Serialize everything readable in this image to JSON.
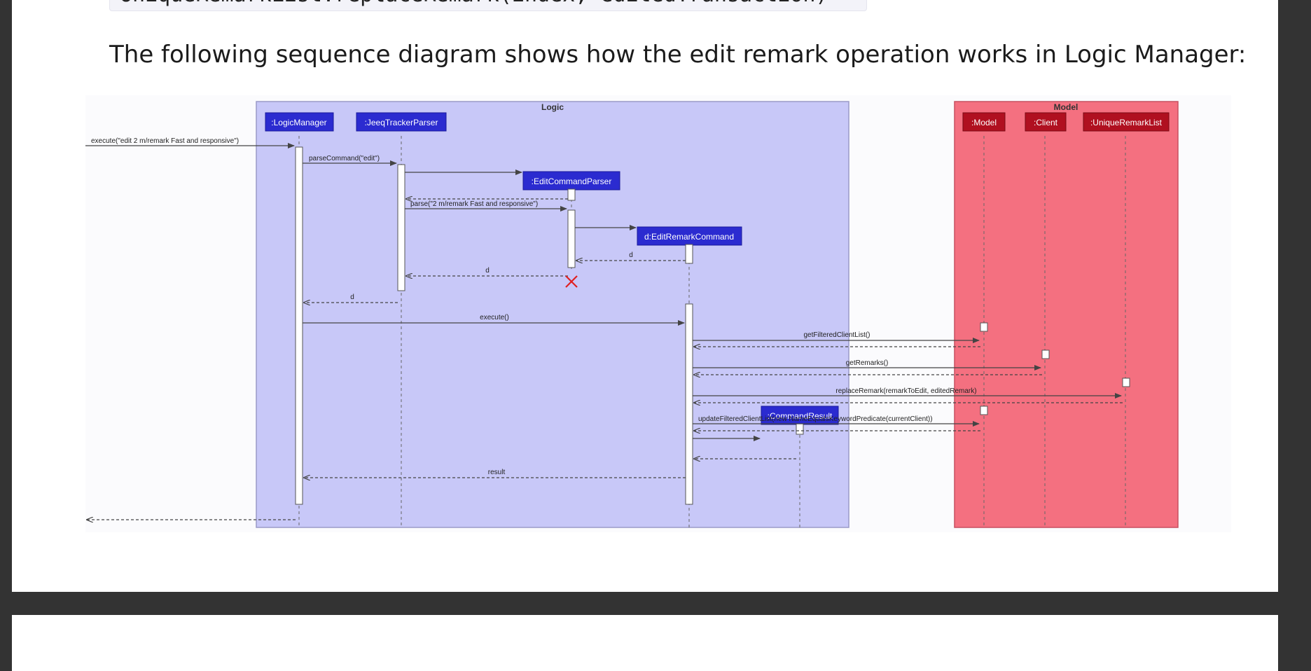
{
  "code_snippet": "UniqueRemarkList.replaceRemark(index, editedTransaction)",
  "intro_text": "The following sequence diagram shows how the edit remark operation works in Logic Manager:",
  "diagram": {
    "colors": {
      "logic_box": "#c8c8f8",
      "model_box": "#f47080",
      "logic_participant": "#2b2bd0",
      "model_participant": "#b01020",
      "destroy_mark": "#e02020"
    },
    "boxes": {
      "logic": "Logic",
      "model": "Model"
    },
    "participants": {
      "logic_manager": ":LogicManager",
      "parser": ":JeeqTrackerParser",
      "edit_parser": ":EditCommandParser",
      "edit_command": "d:EditRemarkCommand",
      "command_result": ":CommandResult",
      "model": ":Model",
      "client": ":Client",
      "remark_list": ":UniqueRemarkList"
    },
    "messages": {
      "execute_input": "execute(\"edit 2 m/remark Fast and responsive\")",
      "parse_command": "parseCommand(\"edit\")",
      "parse": "parse(\"2 m/remark Fast and responsive\")",
      "return_d1": "d",
      "return_d2": "d",
      "return_d3": "d",
      "execute": "execute()",
      "get_filtered": "getFilteredClientList()",
      "get_remarks": "getRemarks()",
      "replace_remark": "replaceRemark(remarkToEdit, editedRemark)",
      "update_filtered": "updateFilteredClientList(new NameEqualsKeywordPredicate(currentClient))",
      "result": "result"
    }
  }
}
